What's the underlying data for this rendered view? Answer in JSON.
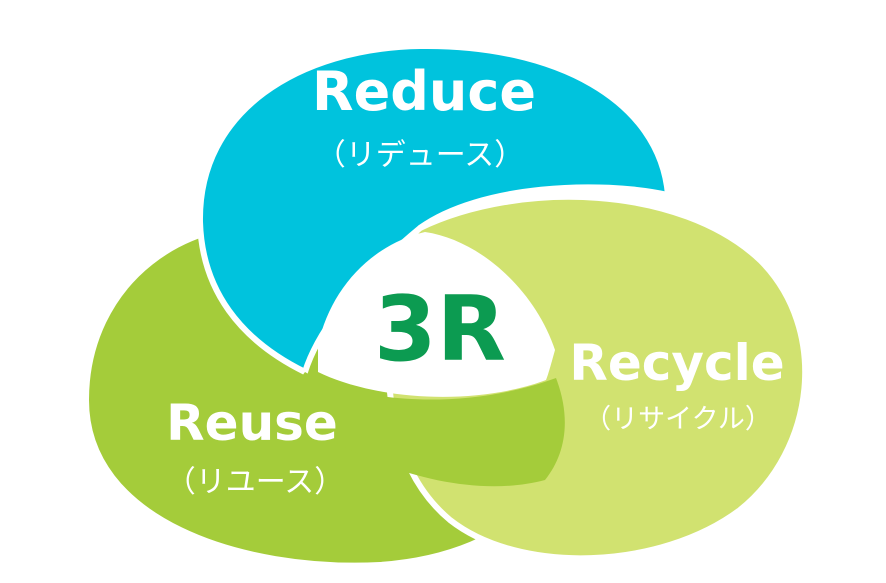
{
  "center": {
    "label": "3R"
  },
  "circles": {
    "reduce": {
      "title": "Reduce",
      "subtitle": "（リデュース）"
    },
    "reuse": {
      "title": "Reuse",
      "subtitle": "（リユース）"
    },
    "recycle": {
      "title": "Recycle",
      "subtitle": "（リサイクル）"
    }
  },
  "colors": {
    "reduce": "#00c3dd",
    "reuse": "#a4cc3a",
    "recycle": "#d1e270",
    "center_text": "#0c9b51",
    "outline": "#ffffff"
  }
}
